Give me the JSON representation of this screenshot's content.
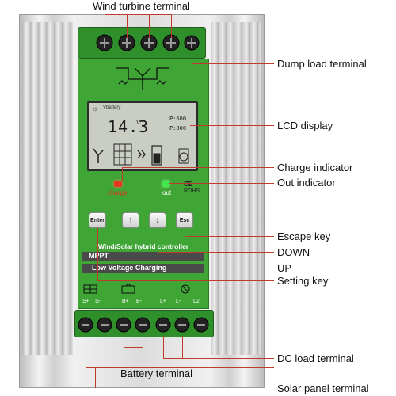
{
  "labels": {
    "wind_turbine_terminal": "Wind turbine terminal",
    "dump_load_terminal": "Dump load terminal",
    "lcd_display": "LCD display",
    "charge_indicator": "Charge indicator",
    "out_indicator": "Out indicator",
    "escape_key": "Escape key",
    "down": "DOWN",
    "up": "UP",
    "setting_key": "Setting key",
    "dc_load_terminal": "DC load terminal",
    "battery_terminal": "Battery terminal",
    "solar_panel_terminal": "Solar panel terminal"
  },
  "device": {
    "title_line": "Wind/Solar hybrid controller",
    "mppt": "MPPT",
    "low_voltage": "Low Voltage Charging",
    "charge_led_label": "charge",
    "out_led_label": "out",
    "ce_mark": "CE",
    "rohs_mark": "ROHS",
    "keys": {
      "enter": "Enter",
      "up": "↑",
      "down": "↓",
      "esc": "Esc"
    },
    "lcd": {
      "voltage": "14.3",
      "unit": "V",
      "battery_word": "Vbattery",
      "p_top": "P:600",
      "p_bottom": "P:800"
    },
    "bottom_terminals": [
      "S+",
      "S-",
      "B+",
      "B-",
      "L+",
      "L-",
      "L2"
    ]
  },
  "colors": {
    "lead": "#c0392b",
    "panel_green": "#3fa535",
    "lcd_bg": "#c9cdc4",
    "housing": "#d7d7d7"
  }
}
